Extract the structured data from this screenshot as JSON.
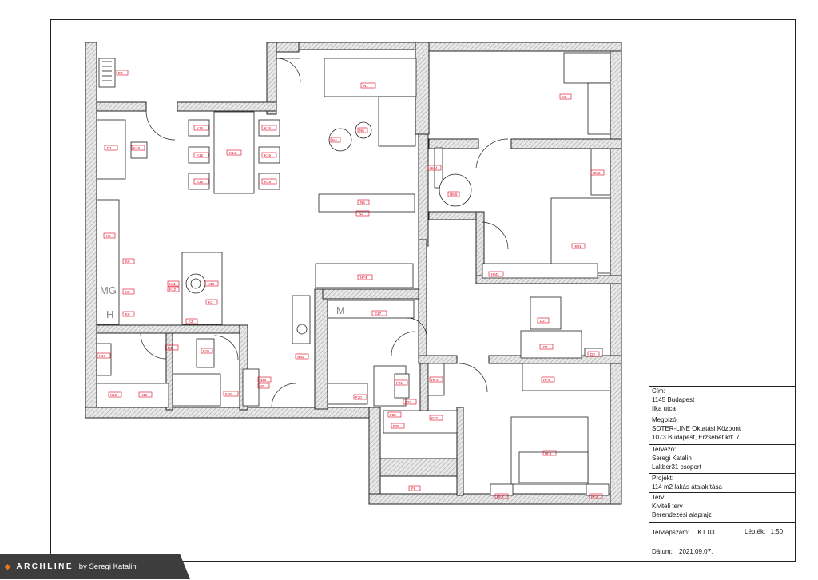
{
  "labels": {
    "e2": "E2",
    "n1": "N1",
    "e1": "E1",
    "d1": "D1",
    "k15a": "K15",
    "k14": "K14",
    "k15b": "K15",
    "k15c": "K15",
    "k15d": "K15",
    "k15e": "K15",
    "k15f": "K15",
    "k15g": "K15",
    "n4": "N4",
    "n5": "N5",
    "n6": "N6",
    "n3": "N3",
    "hm1": "HM1",
    "hm2": "HM2",
    "hm3": "HM3",
    "hm4": "HM4",
    "hm5": "HM5",
    "k8": "K8",
    "k6": "K6",
    "k11": "K11",
    "k12": "K12",
    "k10": "K10",
    "k5": "K5",
    "k2": "K2",
    "k3": "K3",
    "k9": "K9",
    "k4": "K4",
    "h4": "HF4",
    "mg": "MG",
    "h": "H",
    "m": "M",
    "e17": "E17",
    "n31": "N31",
    "d2": "D2",
    "d1b": "D1",
    "d3": "D3",
    "k17": "K17",
    "k16": "K16",
    "k18": "K18",
    "f10": "F10",
    "n10": "N10",
    "n9": "N9",
    "f18": "F18",
    "f21": "F21",
    "f20": "F20",
    "f23": "F23",
    "hf3": "HF3",
    "hf4": "HF4",
    "f26": "F26",
    "f27": "F27",
    "f28": "F28",
    "f8": "F8",
    "hf1": "HF1",
    "hf2": "HF2",
    "hf2b": "HF2"
  },
  "title_block": {
    "cim_label": "Cím:",
    "cim_line1": "1145 Budapest",
    "cim_line2": "Ilka utca",
    "megbizo_label": "Megbízó:",
    "megbizo_line1": "SOTER-LINE Oktatási Központ",
    "megbizo_line2": "1073 Budapest, Erzsébet krt. 7.",
    "tervezo_label": "Tervező:",
    "tervezo_line1": "Seregi Katalin",
    "tervezo_line2": "Lakber31 csoport",
    "projekt_label": "Projekt:",
    "projekt_line1": "114 m2 lakás átalakítása",
    "terv_label": "Terv:",
    "terv_line1": "Kiviteli terv",
    "terv_line2": "Berendezési alaprajz",
    "tervlapszam_label": "Tervlapszám:",
    "tervlapszam_value": "KT 03",
    "lepték_label": "Lépték:",
    "lepték_value": "1:50",
    "datum_label": "Dátum:",
    "datum_value": "2021.09.07."
  },
  "brand": {
    "logo_left": "ARCH",
    "logo_mid": "LINE",
    "logo_by": "by Seregi Katalin"
  },
  "colors": {
    "label_red": "#e2001a",
    "wall_fill": "#d9d9d9",
    "brand_bg": "#3d3d3d",
    "brand_accent": "#e8771f"
  }
}
